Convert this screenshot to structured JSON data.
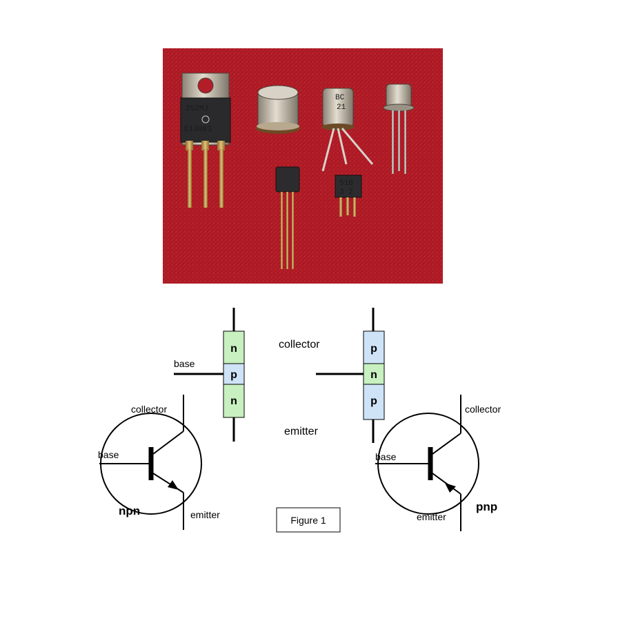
{
  "photo": {
    "package_markings": {
      "to220_line1": "252MJ",
      "to220_line2": "E13003",
      "metal_can_line1": "BC",
      "metal_can_line2": "21",
      "sot_marking_line1": "51B",
      "sot_marking_line2": "3 2"
    }
  },
  "layers": {
    "npn": [
      "n",
      "p",
      "n"
    ],
    "pnp": [
      "p",
      "n",
      "p"
    ]
  },
  "labels": {
    "base": "base",
    "collector": "collector",
    "emitter": "emitter",
    "npn": "npn",
    "pnp": "pnp",
    "figure": "Figure 1"
  },
  "colors": {
    "background": "#ffffff",
    "felt": "#b5202a",
    "npn_layer_n": "#c8f0c0",
    "npn_layer_p": "#cfe3f7",
    "pnp_layer_p": "#cfe3f7",
    "pnp_layer_n": "#c8f0c0",
    "line": "#000000"
  }
}
